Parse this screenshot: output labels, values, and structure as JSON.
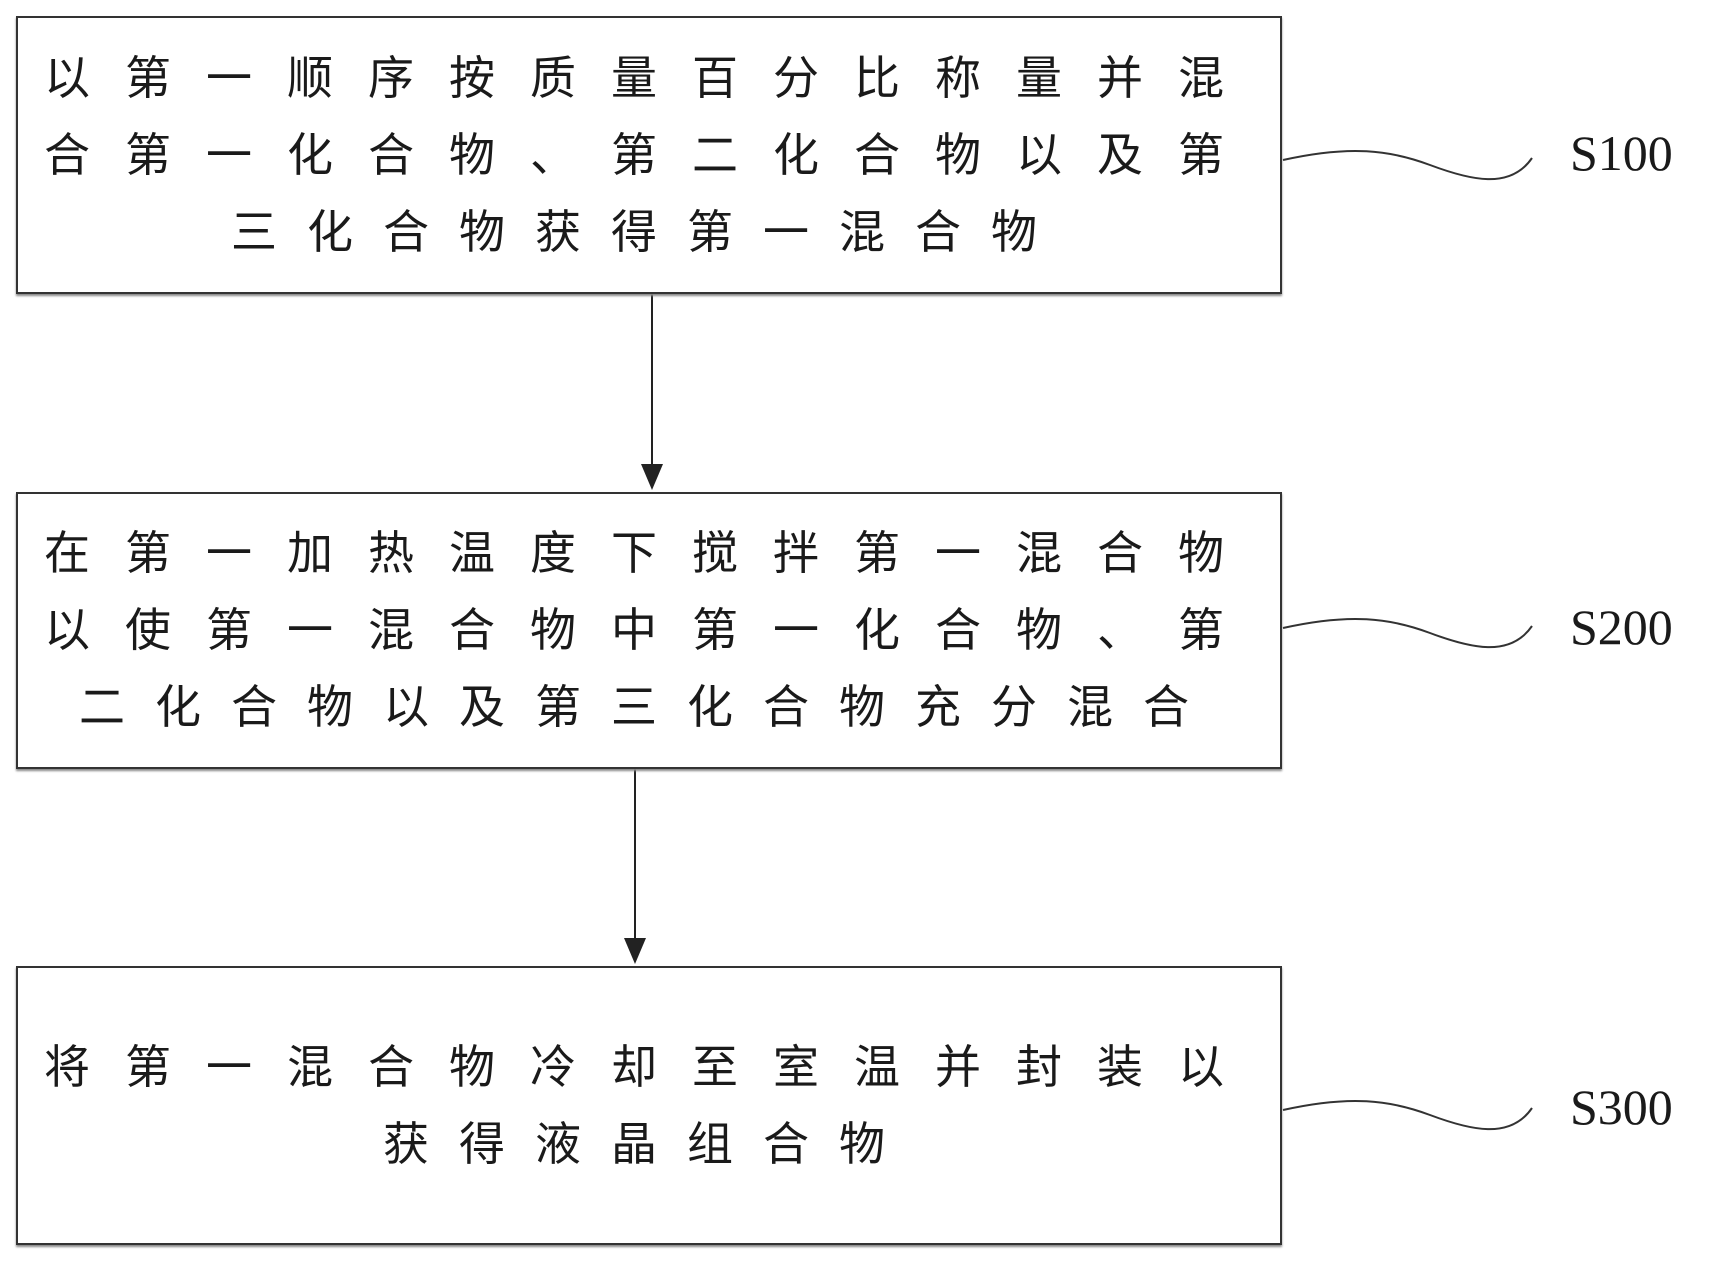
{
  "steps": [
    {
      "id": "S100",
      "text": "以第一顺序按质量百分比称量并混合第一化合物、第二化合物以及第三化合物获得第一混合物"
    },
    {
      "id": "S200",
      "text": "在第一加热温度下搅拌第一混合物以使第一混合物中第一化合物、第二化合物以及第三化合物充分混合"
    },
    {
      "id": "S300",
      "text": "将第一混合物冷却至室温并封装以获得液晶组合物"
    }
  ]
}
